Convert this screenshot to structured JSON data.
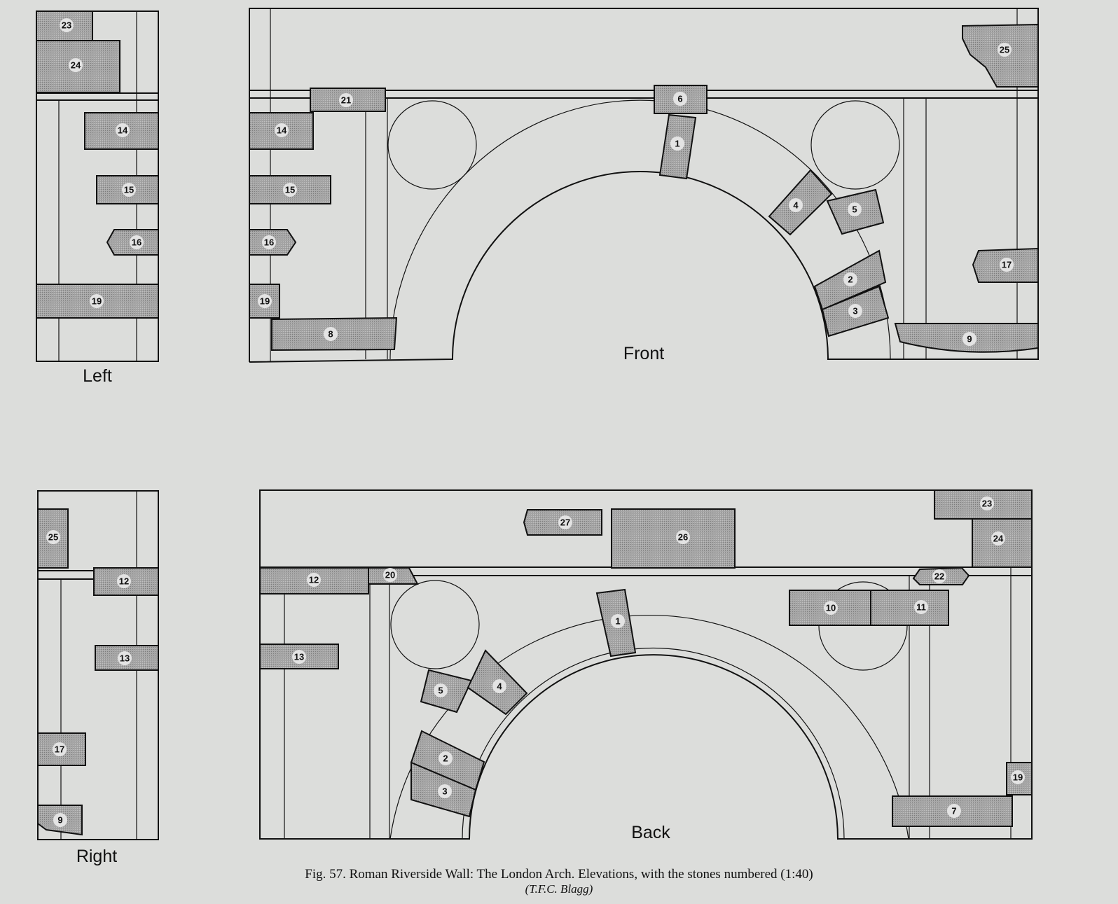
{
  "views": {
    "left": "Left",
    "front": "Front",
    "right": "Right",
    "back": "Back"
  },
  "stones": {
    "left": [
      "23",
      "24",
      "14",
      "15",
      "16",
      "19"
    ],
    "front": [
      "21",
      "6",
      "1",
      "25",
      "14",
      "15",
      "16",
      "19",
      "8",
      "4",
      "5",
      "2",
      "3",
      "17",
      "9"
    ],
    "right": [
      "25",
      "12",
      "13",
      "17",
      "9"
    ],
    "back": [
      "27",
      "26",
      "23",
      "24",
      "12",
      "20",
      "22",
      "10",
      "11",
      "13",
      "1",
      "5",
      "4",
      "2",
      "3",
      "19",
      "7"
    ]
  },
  "caption": {
    "text": "Fig. 57.   Roman Riverside Wall: The London Arch. Elevations, with the stones numbered (1:40)",
    "credit": "(T.F.C. Blagg)"
  },
  "colors": {
    "background": "#dcdddb",
    "stone_fill": "#a6a6a6",
    "line": "#111111"
  }
}
